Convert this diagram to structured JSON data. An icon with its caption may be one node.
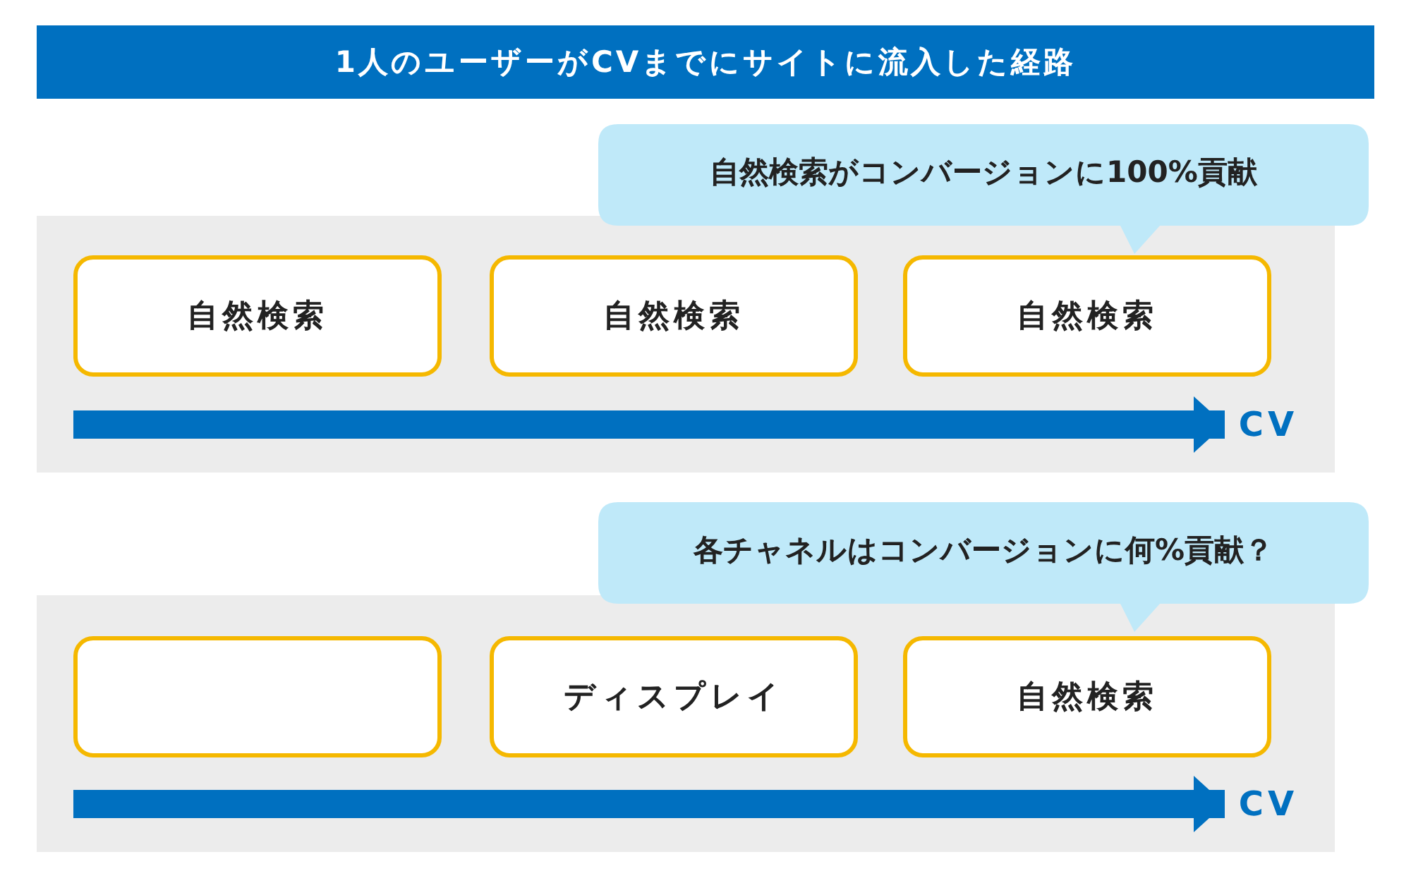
{
  "diagram": {
    "title": "1人のユーザーがCVまでにサイトに流入した経路",
    "nodes": [
      {
        "text": [],
        "shape": "box"
      },
      {
        "text": [
          "自然検索"
        ],
        "in": 0
      },
      {
        "text": [
          "自然検索"
        ],
        "in": 0
      },
      {
        "text": [
          "自然検索"
        ],
        "in": 0
      },
      {
        "text": [
          "CV"
        ],
        "in": 0
      },
      {
        "text": [
          "自然検索がコンバージョンに100%貢献"
        ]
      },
      {
        "text": [],
        "shape": "box"
      },
      {
        "text": [],
        "shape": "box",
        "in": 6
      },
      {
        "text": [
          "ディスプレイ"
        ],
        "in": 6
      },
      {
        "text": [
          "自然検索"
        ],
        "in": 6
      },
      {
        "text": [
          "CV"
        ],
        "in": 6
      },
      {
        "text": [
          "各チャネルはコンバージョンに何%貢献？"
        ]
      }
    ],
    "edges": [
      {
        "from": null,
        "to": 4,
        "arrow": "to"
      },
      {
        "from": null,
        "to": 10,
        "arrow": "to"
      }
    ]
  }
}
